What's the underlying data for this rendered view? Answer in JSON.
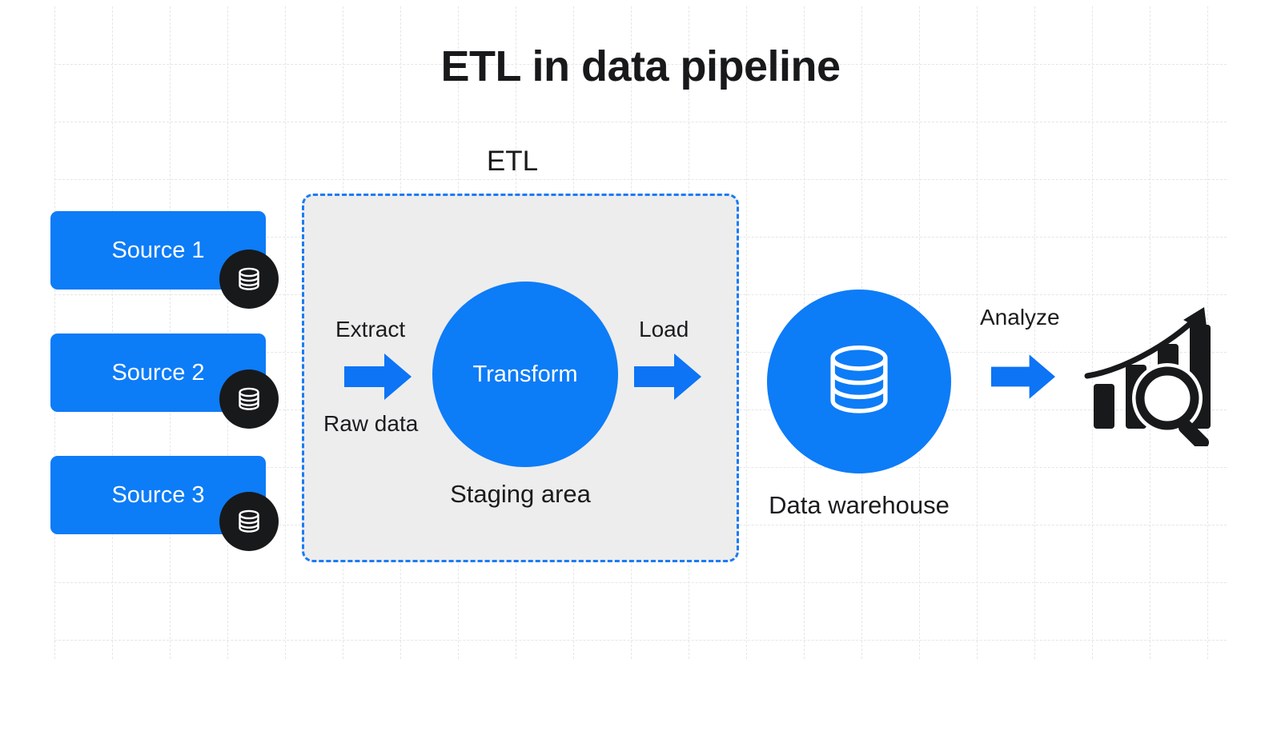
{
  "title": "ETL in data pipeline",
  "colors": {
    "brand_blue": "#0d7cf7",
    "arrow_blue": "#0c74f5",
    "dark": "#18191b",
    "staging_fill": "#ededed",
    "grid_line": "#e6e6e6",
    "white": "#ffffff"
  },
  "etl": {
    "caption": "ETL",
    "staging_label": "Staging area",
    "transform_label": "Transform",
    "extract_label": "Extract",
    "raw_data_label": "Raw data",
    "load_label": "Load"
  },
  "sources": [
    {
      "label": "Source 1",
      "icon": "database-icon"
    },
    {
      "label": "Source 2",
      "icon": "database-icon"
    },
    {
      "label": "Source 3",
      "icon": "database-icon"
    }
  ],
  "warehouse": {
    "label": "Data warehouse",
    "icon": "database-icon"
  },
  "analytics": {
    "label": "Analyze",
    "icon": "bar-chart-magnifier-icon"
  },
  "icons": {
    "arrow_right": "arrow-right-icon",
    "database": "database-icon",
    "analytics": "bar-chart-magnifier-icon"
  }
}
